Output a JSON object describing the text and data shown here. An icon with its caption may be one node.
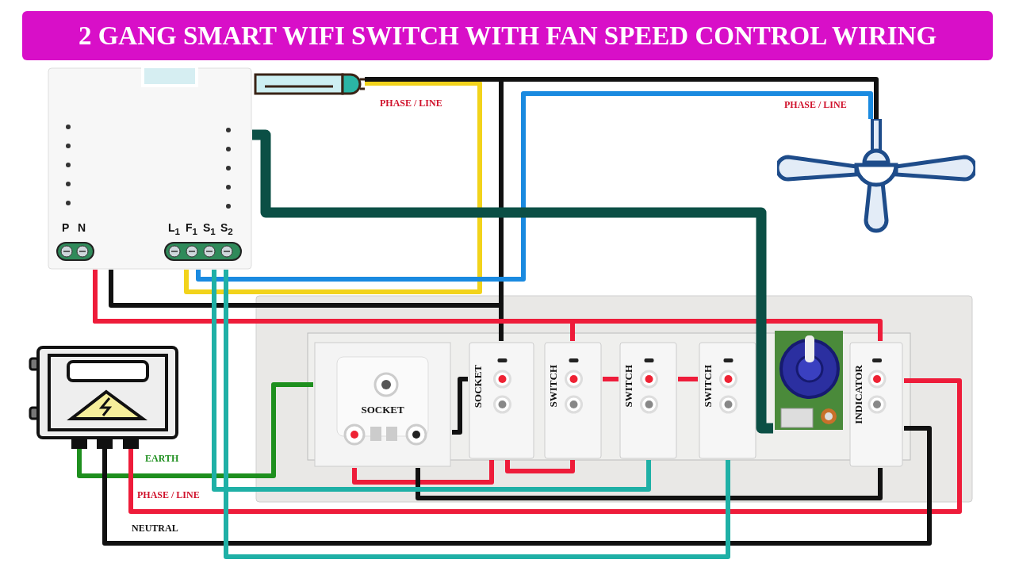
{
  "diagram": {
    "title": "2 GANG SMART WIFI SWITCH WITH FAN SPEED CONTROL WIRING",
    "nodes": [
      {
        "text": [
          "P",
          "N",
          "L$_{1}$",
          "F$_{1}$",
          "S$_{1}$",
          "S$_{2}$"
        ]
      },
      {
        "text": [],
        "shape": "cylinder"
      },
      {
        "text": [],
        "shape": "picture"
      },
      {
        "text": [],
        "shape": "picture"
      },
      {
        "text": [],
        "shape": "box"
      },
      {
        "text": [
          "SOCKET"
        ],
        "in": 4
      },
      {
        "text": [
          "SOCKET"
        ],
        "in": 4
      },
      {
        "text": [
          "SWITCH"
        ],
        "in": 4
      },
      {
        "text": [
          "SWITCH"
        ],
        "in": 4
      },
      {
        "text": [
          "SWITCH"
        ],
        "in": 4
      },
      {
        "text": [],
        "shape": "picture",
        "in": 4
      },
      {
        "text": [
          "INDICATOR"
        ],
        "in": 4
      }
    ],
    "edges": [
      {
        "from": 0,
        "to": 1,
        "arrow": "none",
        "label": "PHASE / LINE",
        "color": "#f2d31b"
      },
      {
        "from": 1,
        "to": 2,
        "arrow": "none",
        "color": "#111111"
      },
      {
        "from": 1,
        "to": 6,
        "arrow": "none",
        "color": "#111111"
      },
      {
        "from": 0,
        "to": 6,
        "arrow": "none",
        "color": "#111111"
      },
      {
        "from": 0,
        "to": 2,
        "arrow": "none",
        "label": "PHASE / LINE",
        "color": "#1a8ae0"
      },
      {
        "from": 3,
        "to": 5,
        "arrow": "none",
        "label": "EARTH",
        "color": "#1e8f1e"
      },
      {
        "from": 3,
        "to": 11,
        "arrow": "none",
        "label": "PHASE / LINE",
        "color": "#ee1c3a"
      },
      {
        "from": 11,
        "to": 0,
        "arrow": "none",
        "color": "#ee1c3a"
      },
      {
        "from": 0,
        "to": 7,
        "arrow": "none",
        "color": "#ee1c3a"
      },
      {
        "from": 7,
        "to": 8,
        "arrow": "none",
        "color": "#ee1c3a"
      },
      {
        "from": 8,
        "to": 9,
        "arrow": "none",
        "color": "#ee1c3a"
      },
      {
        "from": 7,
        "to": 6,
        "arrow": "none",
        "color": "#ee1c3a"
      },
      {
        "from": 6,
        "to": 5,
        "arrow": "none",
        "color": "#ee1c3a"
      },
      {
        "from": 5,
        "to": 6,
        "arrow": "none",
        "color": "#111111"
      },
      {
        "from": 3,
        "to": 11,
        "arrow": "none",
        "label": "NEUTRAL",
        "color": "#111111"
      },
      {
        "from": 11,
        "to": 5,
        "arrow": "none",
        "color": "#111111"
      },
      {
        "from": 0,
        "to": 8,
        "arrow": "none",
        "color": "#1fb0a6"
      },
      {
        "from": 0,
        "to": 9,
        "arrow": "none",
        "color": "#1fb0a6"
      },
      {
        "from": 0,
        "to": 10,
        "arrow": "none",
        "style": "thick",
        "color": "#0b4f45"
      }
    ]
  }
}
